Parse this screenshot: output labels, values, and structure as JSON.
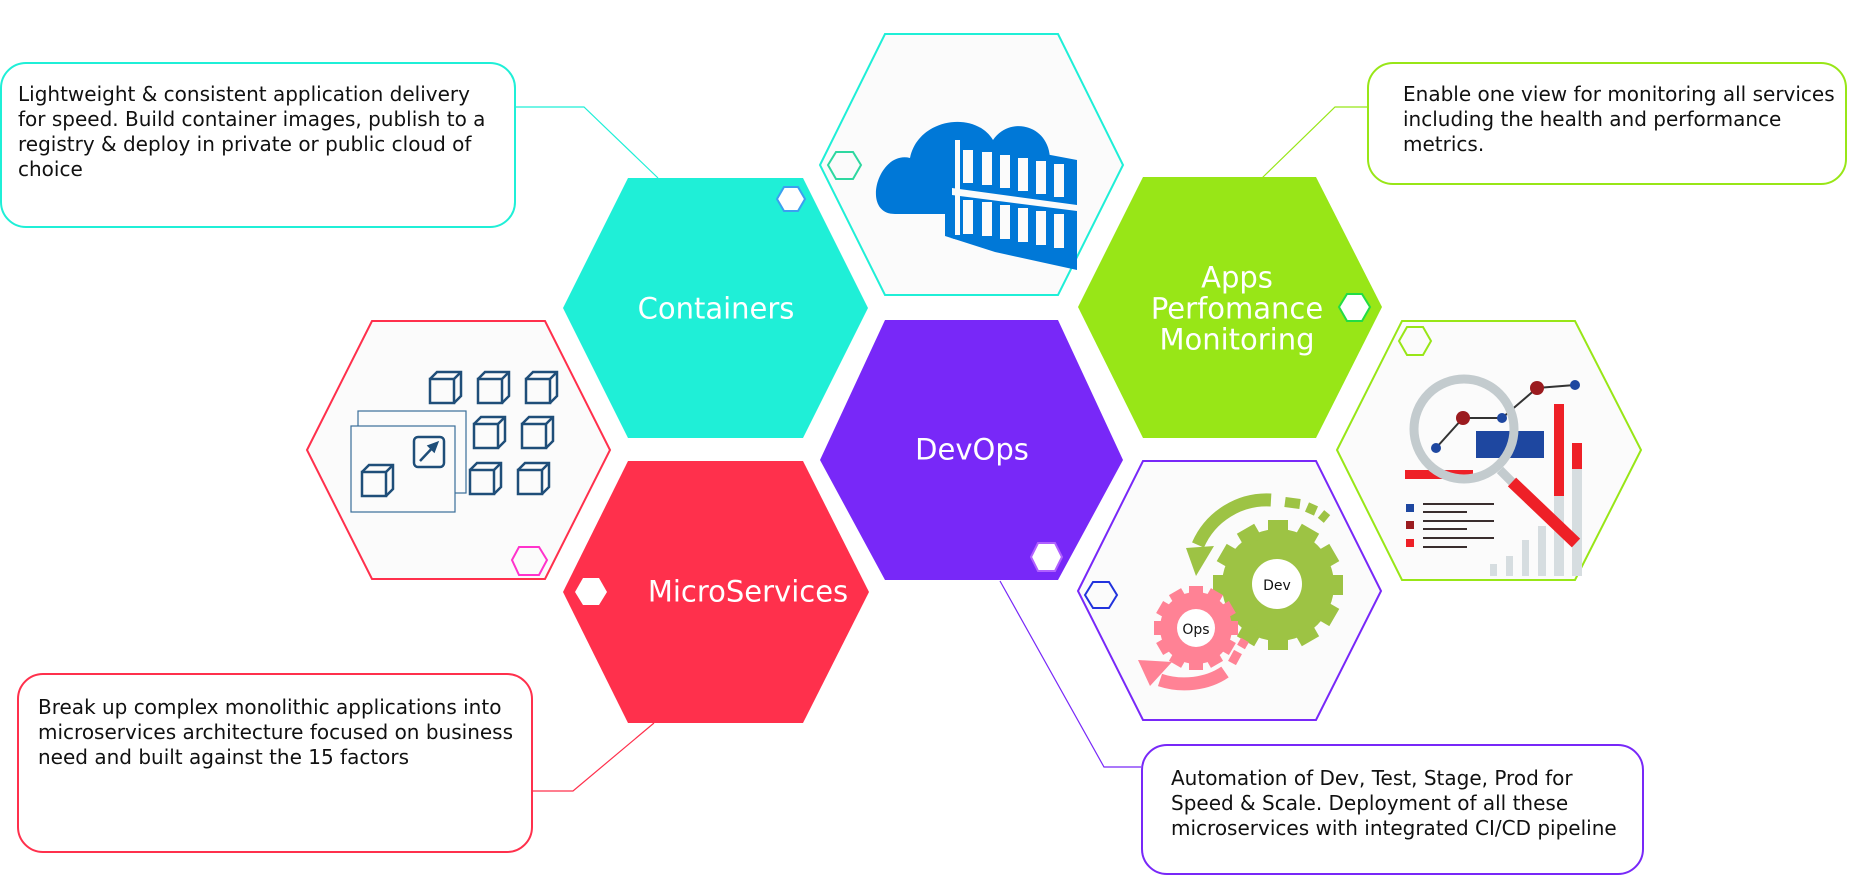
{
  "title": "DevOps",
  "colors": {
    "containers": "#1FEFD7",
    "devops": "#7828F8",
    "apm": "#98E617",
    "microservices": "#FF304C",
    "cloud_icon": "#0078D7",
    "cube_icon": "#1F4E79",
    "gear_dev": "#9DC344",
    "gear_ops": "#FF8295",
    "tile_fill": "#FBFBFB",
    "text": "#111111"
  },
  "hexagons": {
    "containers": {
      "label": "Containers"
    },
    "devops": {
      "label": "DevOps"
    },
    "apm": {
      "label_lines": [
        "Apps",
        "Perfomance",
        "Monitoring"
      ]
    },
    "microservices": {
      "label": "MicroServices"
    }
  },
  "icons": {
    "cloud": "cloud-container-icon",
    "microservices": "microservices-cubes-icon",
    "monitoring": "analytics-magnifier-icon",
    "devops": "dev-ops-gears-icon",
    "gear_dev_label": "Dev",
    "gear_ops_label": "Ops"
  },
  "callouts": {
    "containers": "Lightweight & consistent application delivery for speed. Build container images, publish to a registry & deploy in private or public cloud of choice",
    "apm": "Enable one view for monitoring all services including the health and performance metrics.",
    "microservices": "Break up complex monolithic applications into microservices architecture focused on business need and built against the 15 factors",
    "devops": "Automation of Dev, Test, Stage, Prod for Speed & Scale. Deployment of all these microservices with integrated CI/CD pipeline"
  }
}
